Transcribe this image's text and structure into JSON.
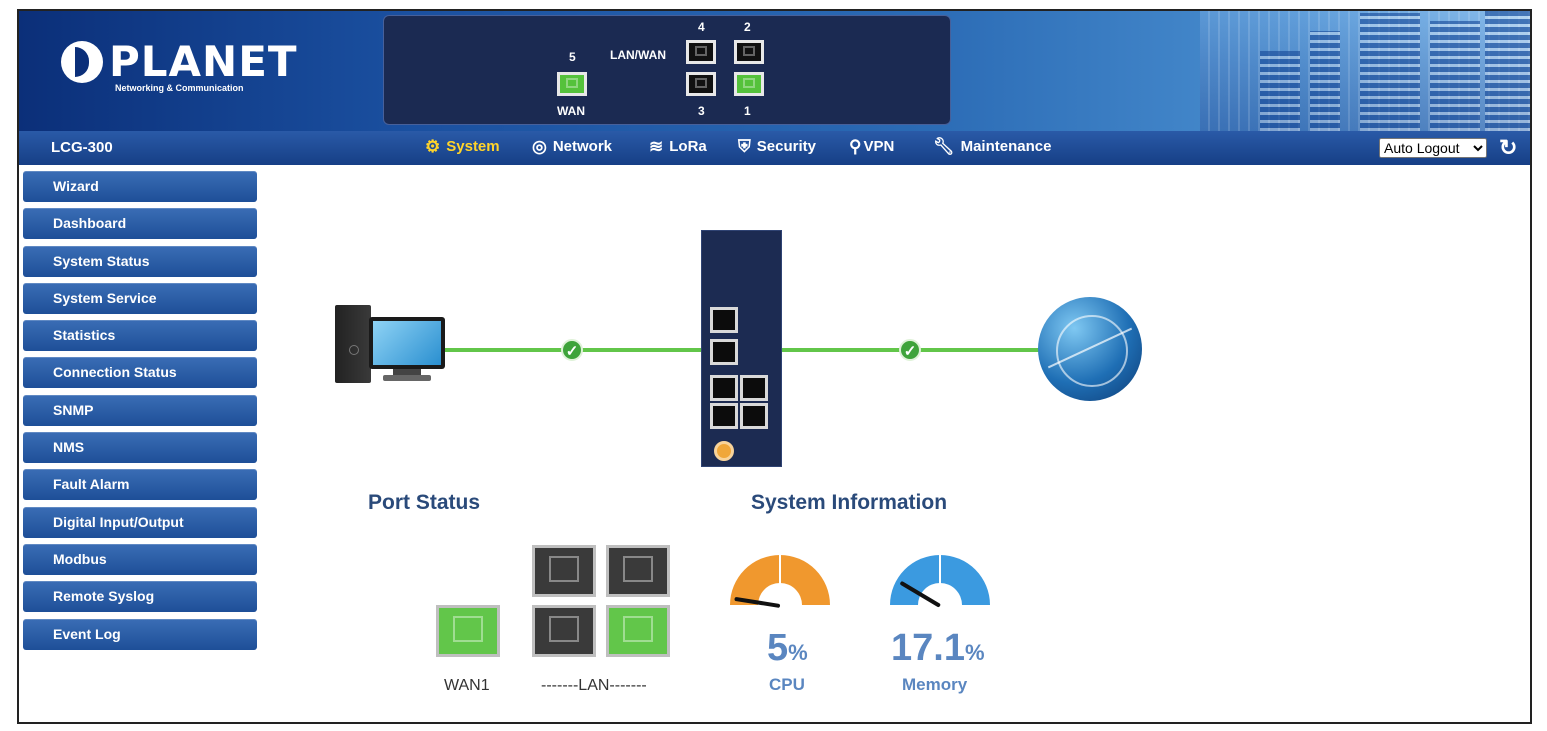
{
  "header": {
    "logo_text": "PLANET",
    "logo_subtitle": "Networking & Communication",
    "ports": {
      "wan_num": "5",
      "wan_label": "WAN",
      "lanwan_label": "LAN/WAN",
      "p4": "4",
      "p2": "2",
      "p3": "3",
      "p1": "1"
    }
  },
  "navbar": {
    "model": "LCG-300",
    "items": [
      {
        "label": "System",
        "icon": "gear-icon",
        "active": true
      },
      {
        "label": "Network",
        "icon": "network-icon"
      },
      {
        "label": "LoRa",
        "icon": "wireless-icon"
      },
      {
        "label": "Security",
        "icon": "shield-icon"
      },
      {
        "label": "VPN",
        "icon": "key-icon"
      },
      {
        "label": "Maintenance",
        "icon": "wrench-icon"
      }
    ],
    "logout_select": "Auto Logout",
    "refresh_icon": "refresh-icon"
  },
  "sidebar": {
    "items": [
      {
        "label": "Wizard"
      },
      {
        "label": "Dashboard"
      },
      {
        "label": "System Status"
      },
      {
        "label": "System Service"
      },
      {
        "label": "Statistics"
      },
      {
        "label": "Connection Status"
      },
      {
        "label": "SNMP"
      },
      {
        "label": "NMS"
      },
      {
        "label": "Fault Alarm"
      },
      {
        "label": "Digital Input/Output"
      },
      {
        "label": "Modbus"
      },
      {
        "label": "Remote Syslog"
      },
      {
        "label": "Event Log"
      }
    ]
  },
  "diagram": {
    "pc_icon": "computer-icon",
    "router_icon": "device-icon",
    "globe_icon": "internet-globe-icon",
    "link_status_icon": "check-icon"
  },
  "port_status": {
    "title": "Port Status",
    "wan_label": "WAN1",
    "lan_label": "-------LAN-------"
  },
  "system_info": {
    "title": "System Information",
    "cpu": {
      "value": "5",
      "unit": "%",
      "label": "CPU",
      "percent": 5,
      "color": "#f0982e"
    },
    "memory": {
      "value": "17.1",
      "unit": "%",
      "label": "Memory",
      "percent": 17.1,
      "color": "#3b9ae0"
    }
  }
}
